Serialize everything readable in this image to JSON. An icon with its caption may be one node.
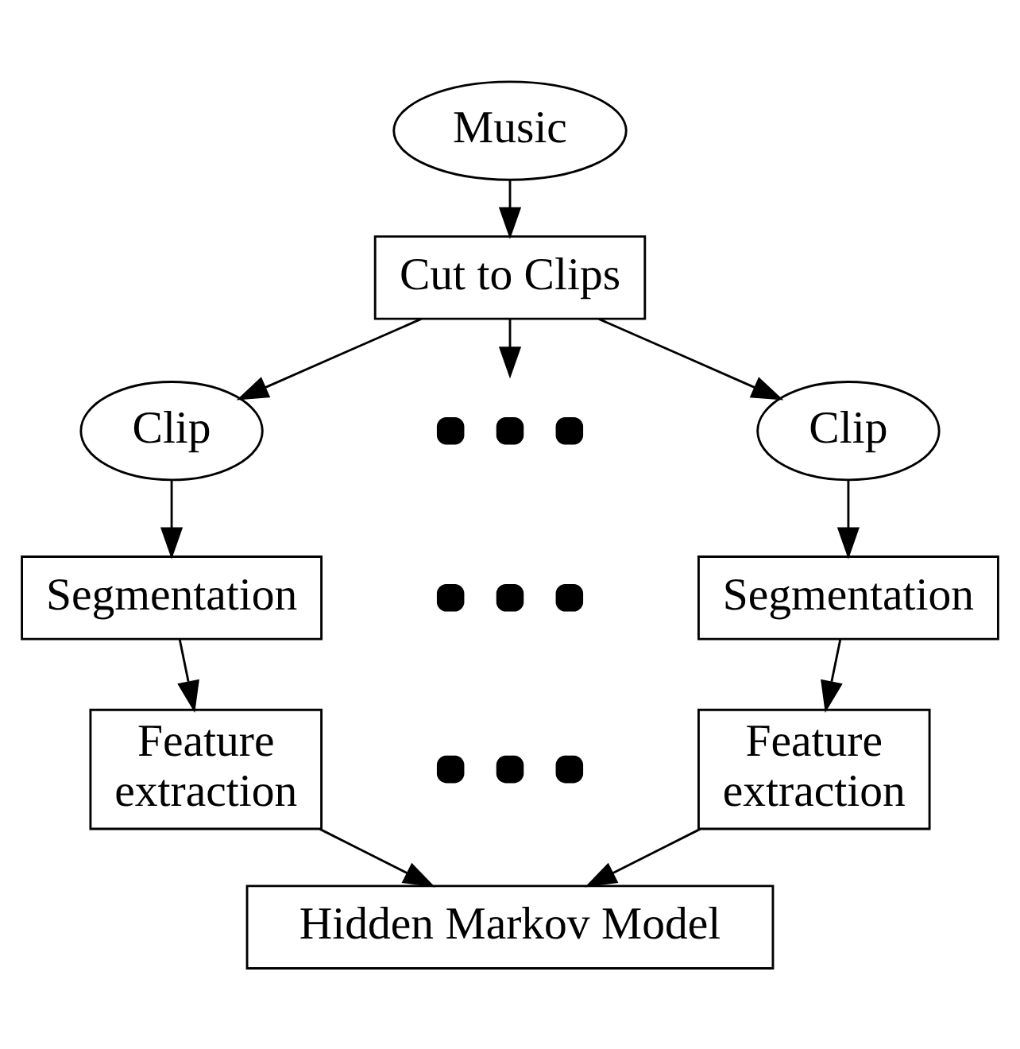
{
  "diagram": {
    "nodes": [
      {
        "text": [
          "Music"
        ]
      },
      {
        "text": [
          "Cut to Clips"
        ]
      },
      {
        "text": [
          "Clip"
        ]
      },
      {
        "text": [],
        "shape": "dots"
      },
      {
        "text": [
          "Clip"
        ]
      },
      {
        "text": [
          "Segmentation"
        ]
      },
      {
        "text": [],
        "shape": "dots"
      },
      {
        "text": [
          "Segmentation"
        ]
      },
      {
        "text": [
          "Feature extraction"
        ]
      },
      {
        "text": [],
        "shape": "dots"
      },
      {
        "text": [
          "Feature extraction"
        ]
      },
      {
        "text": [
          "Hidden Markov Model"
        ]
      }
    ],
    "edges": [
      {
        "from": 0,
        "to": 1,
        "arrow": "to"
      },
      {
        "from": 1,
        "to": 2,
        "arrow": "to"
      },
      {
        "from": 1,
        "to": 3,
        "arrow": "to"
      },
      {
        "from": 1,
        "to": 4,
        "arrow": "to"
      },
      {
        "from": 2,
        "to": 5,
        "arrow": "to"
      },
      {
        "from": 4,
        "to": 7,
        "arrow": "to"
      },
      {
        "from": 5,
        "to": 8,
        "arrow": "to"
      },
      {
        "from": 7,
        "to": 10,
        "arrow": "to"
      },
      {
        "from": 8,
        "to": 11,
        "arrow": "to"
      },
      {
        "from": 10,
        "to": 11,
        "arrow": "to"
      }
    ]
  }
}
